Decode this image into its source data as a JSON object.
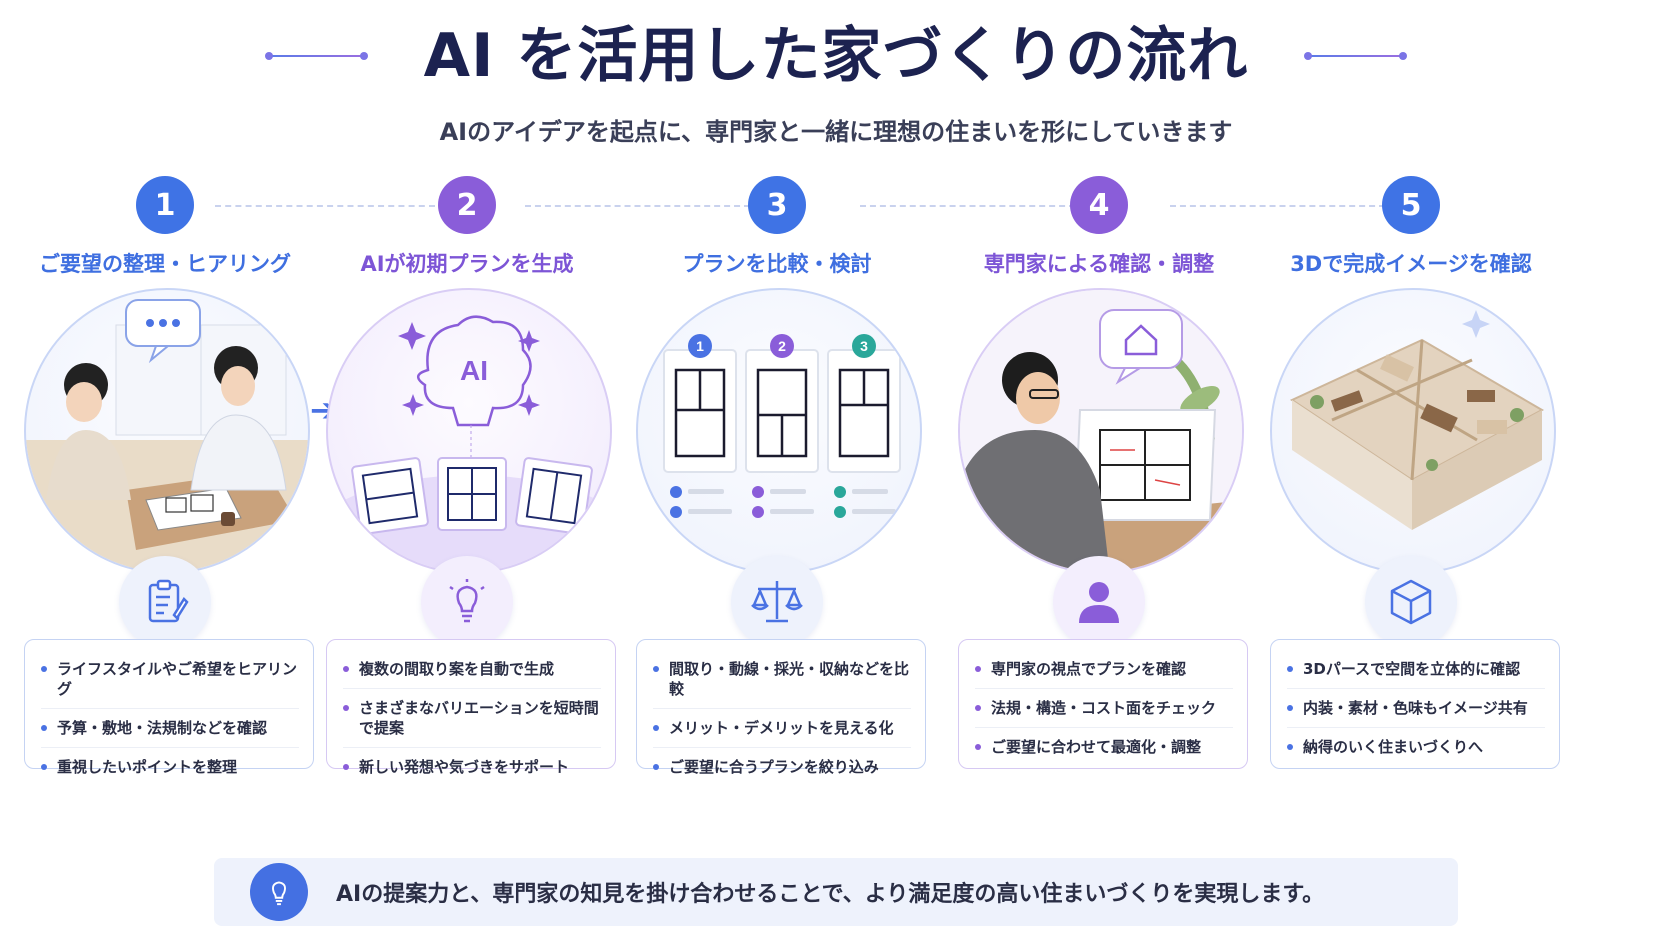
{
  "header": {
    "title": "AI を活用した家づくりの流れ",
    "subtitle": "AIのアイデアを起点に、専門家と一緒に理想の住まいを形にしていきます"
  },
  "colors": {
    "blue": "#3f73e5",
    "purple": "#8a5dd9",
    "navy": "#1c2250"
  },
  "steps": [
    {
      "number": "1",
      "title": "ご要望の整理・ヒアリング",
      "color": "blue",
      "illustration": "consultation-people",
      "icon": "clipboard-icon",
      "items": [
        "ライフスタイルやご希望をヒアリング",
        "予算・敷地・法規制などを確認",
        "重視したいポイントを整理"
      ]
    },
    {
      "number": "2",
      "title": "AIが初期プランを生成",
      "color": "purple",
      "illustration": "ai-brain-floorplans",
      "ai_label": "AI",
      "icon": "lightbulb-icon",
      "items": [
        "複数の間取り案を自動で生成",
        "さまざまなバリエーションを短時間で提案",
        "新しい発想や気づきをサポート"
      ]
    },
    {
      "number": "3",
      "title": "プランを比較・検討",
      "color": "blue",
      "illustration": "floorplan-comparison",
      "plan_labels": [
        "1",
        "2",
        "3"
      ],
      "icon": "scale-icon",
      "items": [
        "間取り・動線・採光・収納などを比較",
        "メリット・デメリットを見える化",
        "ご要望に合うプランを絞り込み"
      ]
    },
    {
      "number": "4",
      "title": "専門家による確認・調整",
      "color": "purple",
      "illustration": "expert-review",
      "icon": "person-icon",
      "items": [
        "専門家の視点でプランを確認",
        "法規・構造・コスト面をチェック",
        "ご要望に合わせて最適化・調整"
      ]
    },
    {
      "number": "5",
      "title": "3Dで完成イメージを確認",
      "color": "blue",
      "illustration": "3d-house-model",
      "icon": "cube-icon",
      "items": [
        "3Dパースで空間を立体的に確認",
        "内装・素材・色味もイメージ共有",
        "納得のいく住まいづくりへ"
      ]
    }
  ],
  "footer": {
    "icon": "lightbulb-icon",
    "text": "AIの提案力と、専門家の知見を掛け合わせることで、より満足度の高い住まいづくりを実現します。"
  }
}
